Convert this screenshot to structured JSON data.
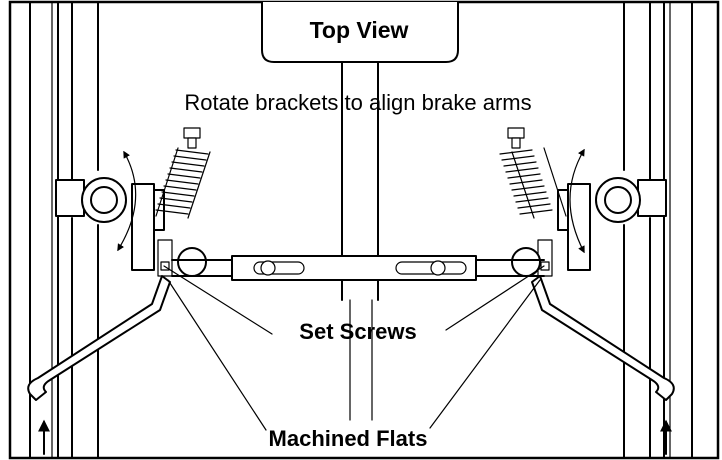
{
  "diagram": {
    "title": "Top View",
    "instruction": "Rotate brackets to align brake arms",
    "callouts": {
      "set_screws": "Set Screws",
      "machined_flats": "Machined Flats"
    }
  }
}
